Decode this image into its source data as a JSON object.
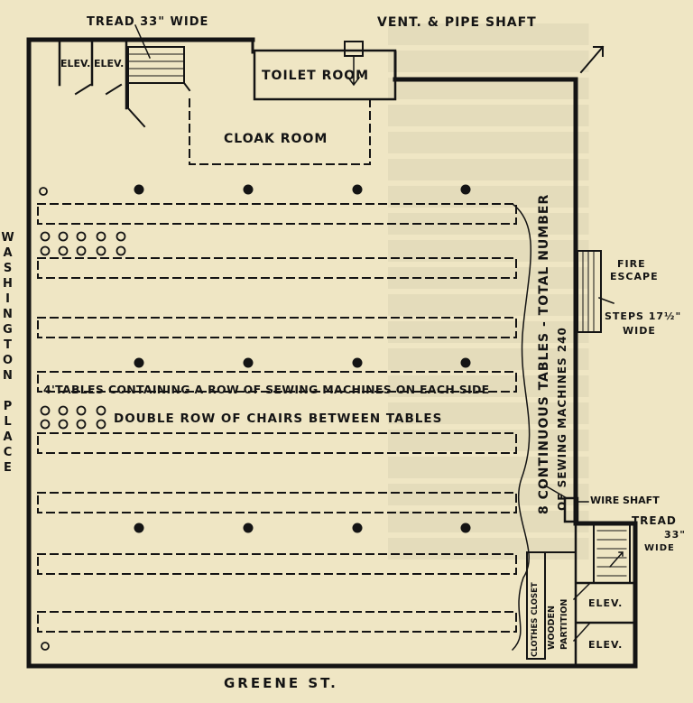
{
  "labels": {
    "tread_top": "TREAD 33\" WIDE",
    "vent_pipe": "VENT. & PIPE SHAFT",
    "elev": "ELEV.",
    "toilet_room": "TOILET ROOM",
    "cloak_room": "CLOAK ROOM",
    "fire_escape_1": "FIRE",
    "fire_escape_2": "ESCAPE",
    "steps_1": "STEPS 17½\"",
    "steps_2": "WIDE",
    "tables_row": "4'TABLES CONTAINING A ROW OF SEWING MACHINES ON EACH SIDE",
    "chairs_row": "DOUBLE ROW OF CHAIRS BETWEEN TABLES",
    "continuous_1": "8 CONTINUOUS TABLES - TOTAL NUMBER",
    "continuous_2": "OF SEWING MACHINES 240",
    "wire_shaft": "WIRE SHAFT",
    "tread_right_1": "TREAD",
    "tread_right_2": "33\"",
    "tread_right_3": "WIDE",
    "clothes_closet": "CLOTHES CLOSET",
    "wooden_partition_1": "WOODEN",
    "wooden_partition_2": "PARTITION",
    "washington_place": "WASHINGTON PLACE",
    "greene_st": "GREENE ST."
  },
  "colors": {
    "ink": "#141414",
    "paper": "#efe6c4"
  }
}
